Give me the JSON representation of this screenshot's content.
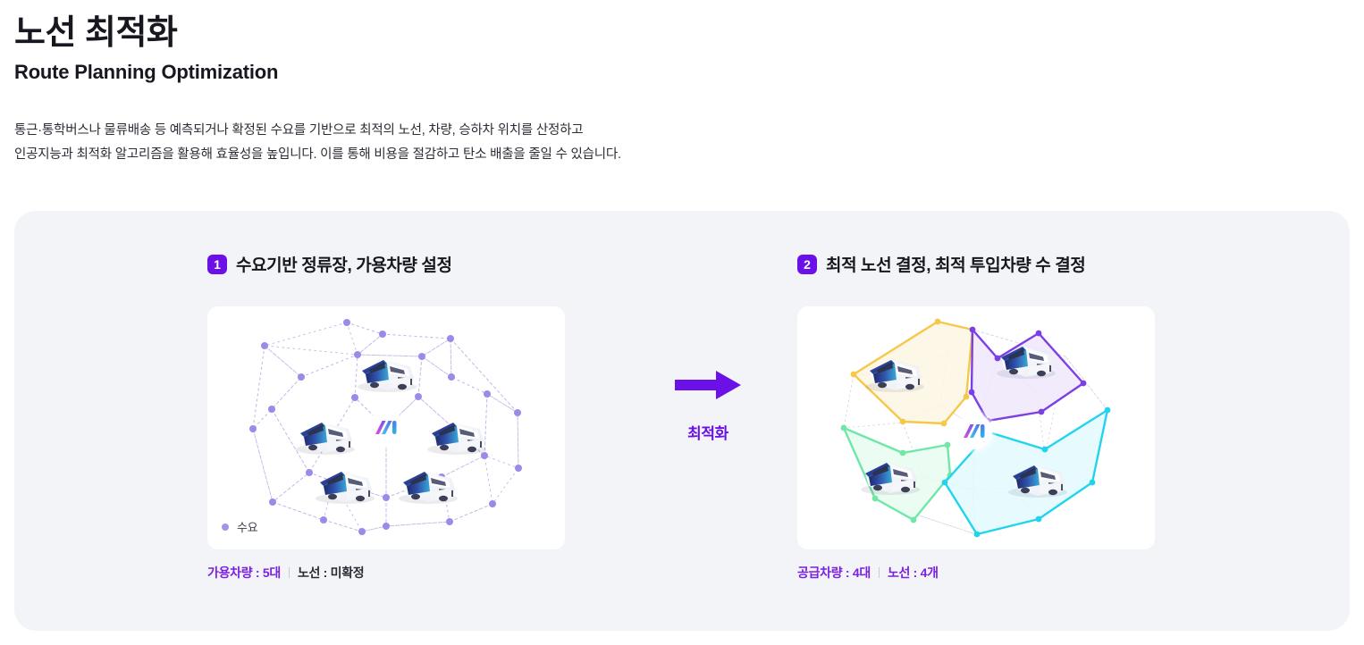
{
  "header": {
    "title": "노선 최적화",
    "subtitle": "Route Planning Optimization",
    "desc_line1": "통근·통학버스나 물류배송 등 예측되거나 확정된 수요를 기반으로 최적의 노선, 차량, 승하차 위치를 산정하고",
    "desc_line2": "인공지능과 최적화 알고리즘을 활용해 효율성을 높입니다. 이를 통해 비용을 절감하고 탄소 배출을 줄일 수 있습니다."
  },
  "transition": {
    "arrow_icon": "arrow-right-icon",
    "label": "최적화"
  },
  "steps": [
    {
      "number": "1",
      "title": "수요기반 정류장, 가용차량 설정",
      "legend": {
        "dot_color": "#a394e8",
        "label": "수요"
      },
      "caption": {
        "primary": "가용차량 : 5대",
        "secondary": "노선 : 미확정",
        "secondary_style": "dark"
      },
      "vehicle_count": 5,
      "route_count": 0
    },
    {
      "number": "2",
      "title": "최적 노선 결정, 최적 투입차량 수 결정",
      "caption": {
        "primary": "공급차량 : 4대",
        "secondary": "노선 : 4개",
        "secondary_style": "purple"
      },
      "vehicle_count": 4,
      "route_count": 4,
      "zones": [
        {
          "name": "route-zone-yellow",
          "stroke": "#f5c84b",
          "fill": "#fdf6e3"
        },
        {
          "name": "route-zone-purple",
          "stroke": "#7b3fe4",
          "fill": "#efe7fc"
        },
        {
          "name": "route-zone-green",
          "stroke": "#6ee7a8",
          "fill": "#e8fbf0"
        },
        {
          "name": "route-zone-cyan",
          "stroke": "#22d3ee",
          "fill": "#e3fafe"
        }
      ]
    }
  ],
  "colors": {
    "accent": "#6b11e8",
    "panel_bg": "#f3f4f8",
    "card_bg": "#ffffff",
    "node": "#9b8ae8",
    "text": "#17171f"
  },
  "logo": {
    "name": "ai-logo-mark"
  }
}
